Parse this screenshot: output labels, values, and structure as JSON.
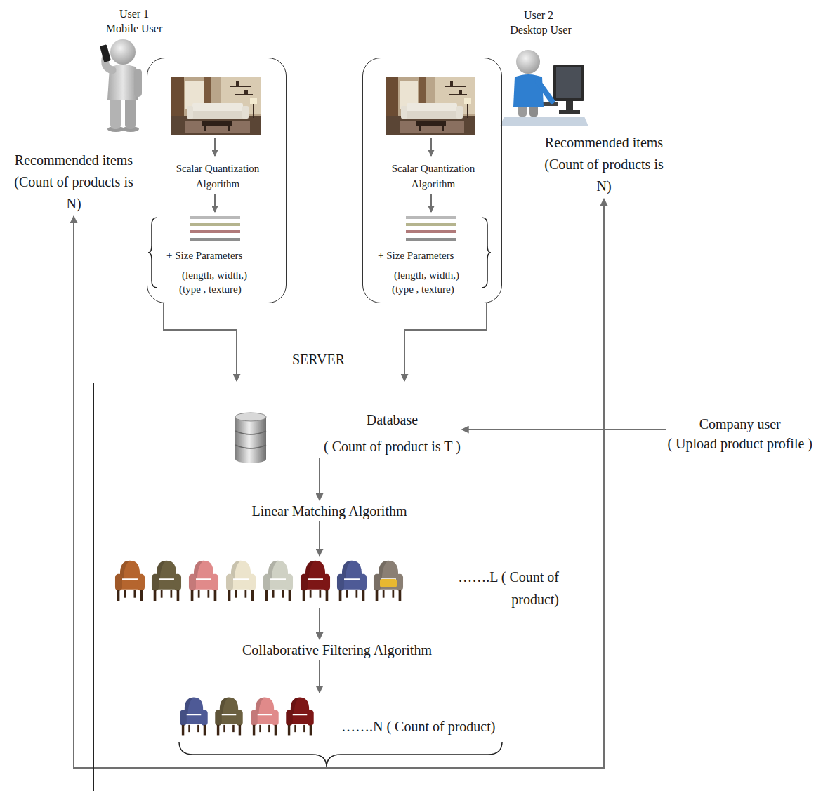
{
  "diagram": {
    "nodes": [
      {
        "text": [
          "Scalar Quantization Algorithm",
          "+ Size Parameters",
          "(length, width,)",
          "(type , texture)"
        ]
      },
      {
        "text": [
          "Scalar Quantization Algorithm",
          "+ Size Parameters",
          "(length, width,)",
          "(type , texture)"
        ]
      },
      {
        "text": [
          "SERVER"
        ]
      },
      {
        "text": [
          "Database",
          "( Count of product is T )"
        ],
        "in": 2
      },
      {
        "text": [
          "Linear Matching Algorithm"
        ],
        "in": 2
      },
      {
        "text": [
          "…….L ( Count of product)"
        ],
        "in": 2
      },
      {
        "text": [
          "Collaborative Filtering Algorithm"
        ],
        "in": 2
      },
      {
        "text": [
          "…….N ( Count of product)"
        ],
        "in": 2
      },
      {
        "text": [
          "Recommended items (Count of products is N)"
        ]
      },
      {
        "text": [
          "Recommended items (Count of products is N)"
        ]
      },
      {
        "text": [
          "Company user",
          "( Upload product profile )"
        ]
      }
    ],
    "edges": [
      {
        "from": 0,
        "to": 2,
        "arrow": "to"
      },
      {
        "from": 1,
        "to": 2,
        "arrow": "to"
      },
      {
        "from": 10,
        "to": 3,
        "arrow": "to"
      },
      {
        "from": 3,
        "to": 4,
        "arrow": "to"
      },
      {
        "from": 4,
        "to": 5,
        "arrow": "to"
      },
      {
        "from": 5,
        "to": 6,
        "arrow": "to"
      },
      {
        "from": 6,
        "to": 7,
        "arrow": "to"
      },
      {
        "from": 7,
        "to": 8,
        "arrow": "to"
      },
      {
        "from": 7,
        "to": 9,
        "arrow": "to"
      }
    ],
    "labels": [
      "User 1",
      "Mobile User",
      "User 2",
      "Desktop User"
    ]
  }
}
